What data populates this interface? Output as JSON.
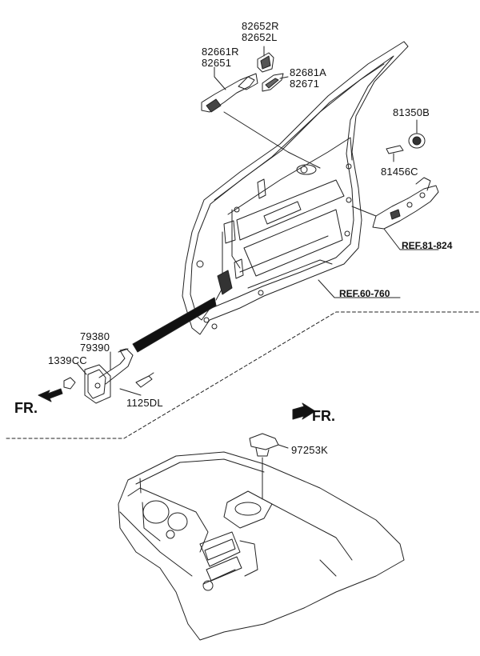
{
  "labels": {
    "p82652": [
      "82652R",
      "82652L"
    ],
    "p82661": [
      "82661R",
      "82651"
    ],
    "p82681": [
      "82681A",
      "82671"
    ],
    "p81350": "81350B",
    "p81456": "81456C",
    "p79380": [
      "79380",
      "79390"
    ],
    "p1339": "1339CC",
    "p1125": "1125DL",
    "p97253": "97253K"
  },
  "refs": {
    "r81": "REF.81-824",
    "r60": "REF.60-760"
  },
  "fr": {
    "door": "FR.",
    "dash": "FR."
  }
}
